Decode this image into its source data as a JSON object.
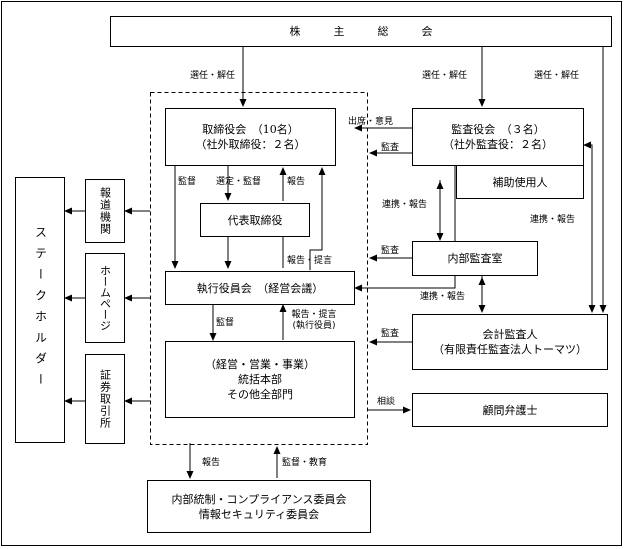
{
  "boxes": {
    "shareholders": "株　　　主　　　総　　　会",
    "board_line1": "取締役会　（10名）",
    "board_line2": "（社外取締役：２名）",
    "auditors_line1": "監査役会　（３名）",
    "auditors_line2": "（社外監査役：２名）",
    "assistant": "補助使用人",
    "ceo": "代表取締役",
    "exec": "執行役員会　（経営会議）",
    "internal_audit": "内部監査室",
    "accounting_line1": "会計監査人",
    "accounting_line2": "（有限責任監査法人トーマツ）",
    "depts_line1": "（経営・営業・事業）",
    "depts_line2": "統括本部",
    "depts_line3": "その他全部門",
    "lawyer": "顧問弁護士",
    "committee_line1": "内部統制・コンプライアンス委員会",
    "committee_line2": "情報セキュリティ委員会",
    "stakeholders": "ステークホルダー",
    "media": "報道機関",
    "homepage": "ホームページ",
    "exchange": "証券取引所"
  },
  "labels": {
    "elect_board": "選任・解任",
    "elect_auditors": "選任・解任",
    "elect_accountant": "選任・解任",
    "attend": "出席・意見",
    "audit_board": "監査",
    "oversee_board_exec": "監督",
    "select_oversee": "選定・監督",
    "report_ceo": "報告",
    "cooperate_internal": "連携・報告",
    "cooperate_accountant": "連携・報告",
    "report_propose": "報告・提言",
    "audit_exec": "監査",
    "oversee_depts": "監督",
    "report_propose2": "報告・提言",
    "exec_officer": "(執行役員)",
    "audit_depts": "監査",
    "consult": "相談",
    "cooperate_right": "連携・報告",
    "report_committee": "報告",
    "oversee_educate": "監督・教育"
  }
}
